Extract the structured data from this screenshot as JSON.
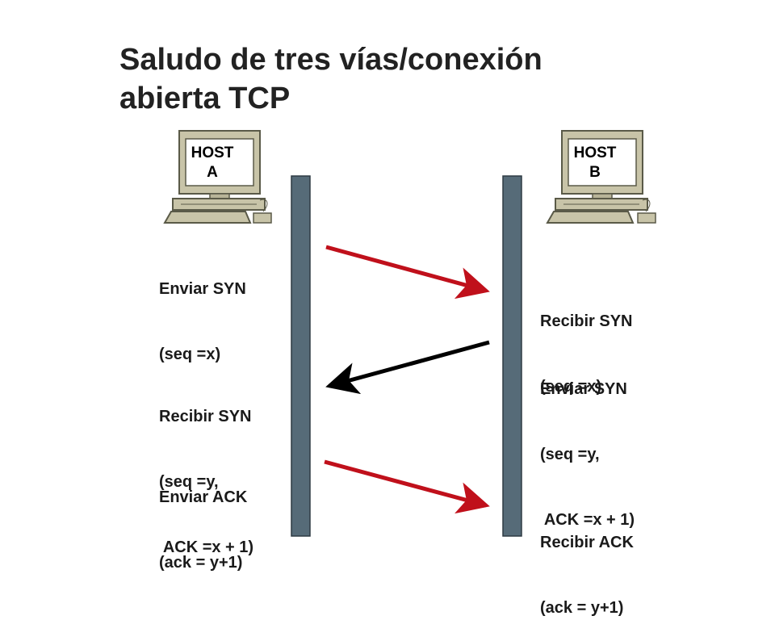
{
  "title": {
    "line1": "Saludo de tres vías/conexión",
    "line2": "abierta TCP"
  },
  "hosts": {
    "a": {
      "line1": "HOST",
      "line2": "A"
    },
    "b": {
      "line1": "HOST",
      "line2": "B"
    }
  },
  "steps": {
    "a_send_syn": {
      "line1": "Enviar SYN",
      "line2": "(seq =x)"
    },
    "b_recv_syn": {
      "line1": "Recibir SYN",
      "line2": "(seq =x)"
    },
    "b_send_syn": {
      "line1": "Enviar SYN",
      "line2": "(seq =y,",
      "line3": " ACK =x + 1)"
    },
    "a_recv_syn": {
      "line1": "Recibir SYN",
      "line2": "(seq =y,",
      "line3": " ACK =x + 1)"
    },
    "a_send_ack": {
      "line1": "Enviar ACK",
      "line2": "(ack = y+1)"
    },
    "b_recv_ack": {
      "line1": "Recibir ACK",
      "line2": "(ack = y+1)"
    }
  },
  "colors": {
    "timeline": "#566b78",
    "arrow_a_to_b": "#c0101b",
    "arrow_b_to_a": "#000000",
    "computer_body": "#c8c4a8"
  }
}
